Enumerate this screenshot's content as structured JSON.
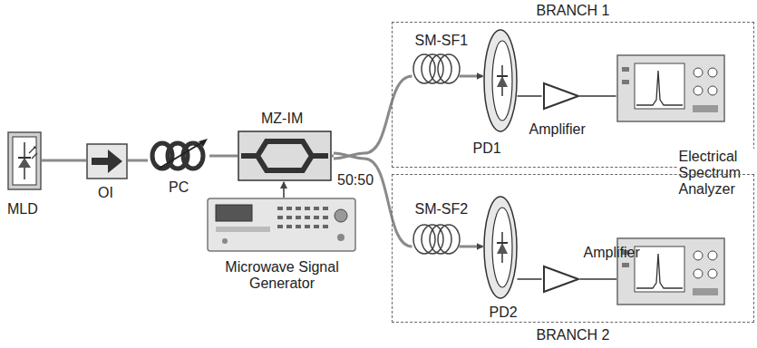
{
  "diagram": {
    "nodes": [
      {
        "text": [
          "MLD"
        ]
      },
      {
        "text": [
          "OI"
        ]
      },
      {
        "text": [
          "PC"
        ]
      },
      {
        "text": [
          "MZ-IM"
        ]
      },
      {
        "text": [
          "Microwave Signal Generator"
        ]
      },
      {
        "text": [
          "50:50"
        ]
      },
      {
        "text": [
          "BRANCH 1"
        ]
      },
      {
        "text": [
          "SM-SF1"
        ],
        "in": 6
      },
      {
        "text": [
          "PD1"
        ],
        "in": 6
      },
      {
        "text": [
          "Amplifier"
        ],
        "in": 6
      },
      {
        "text": [
          "Electrical Spectrum Analyzer"
        ],
        "in": 6
      },
      {
        "text": [
          "BRANCH 2"
        ]
      },
      {
        "text": [
          "SM-SF2"
        ],
        "in": 11
      },
      {
        "text": [
          "PD2"
        ],
        "in": 11
      },
      {
        "text": [
          "Amplifier"
        ],
        "in": 11
      }
    ],
    "edges": [
      {
        "from": 0,
        "to": 1,
        "arrow": "none"
      },
      {
        "from": 1,
        "to": 2,
        "arrow": "none"
      },
      {
        "from": 2,
        "to": 3,
        "arrow": "none"
      },
      {
        "from": 4,
        "to": 3,
        "arrow": "to"
      },
      {
        "from": 3,
        "to": 5,
        "arrow": "none"
      },
      {
        "from": 5,
        "to": 7,
        "arrow": "none"
      },
      {
        "from": 5,
        "to": 12,
        "arrow": "none"
      },
      {
        "from": 7,
        "to": 8,
        "arrow": "to"
      },
      {
        "from": 8,
        "to": 9,
        "arrow": "none"
      },
      {
        "from": 9,
        "to": 10,
        "arrow": "none"
      },
      {
        "from": 12,
        "to": 13,
        "arrow": "to"
      },
      {
        "from": 13,
        "to": 14,
        "arrow": "none"
      }
    ]
  }
}
